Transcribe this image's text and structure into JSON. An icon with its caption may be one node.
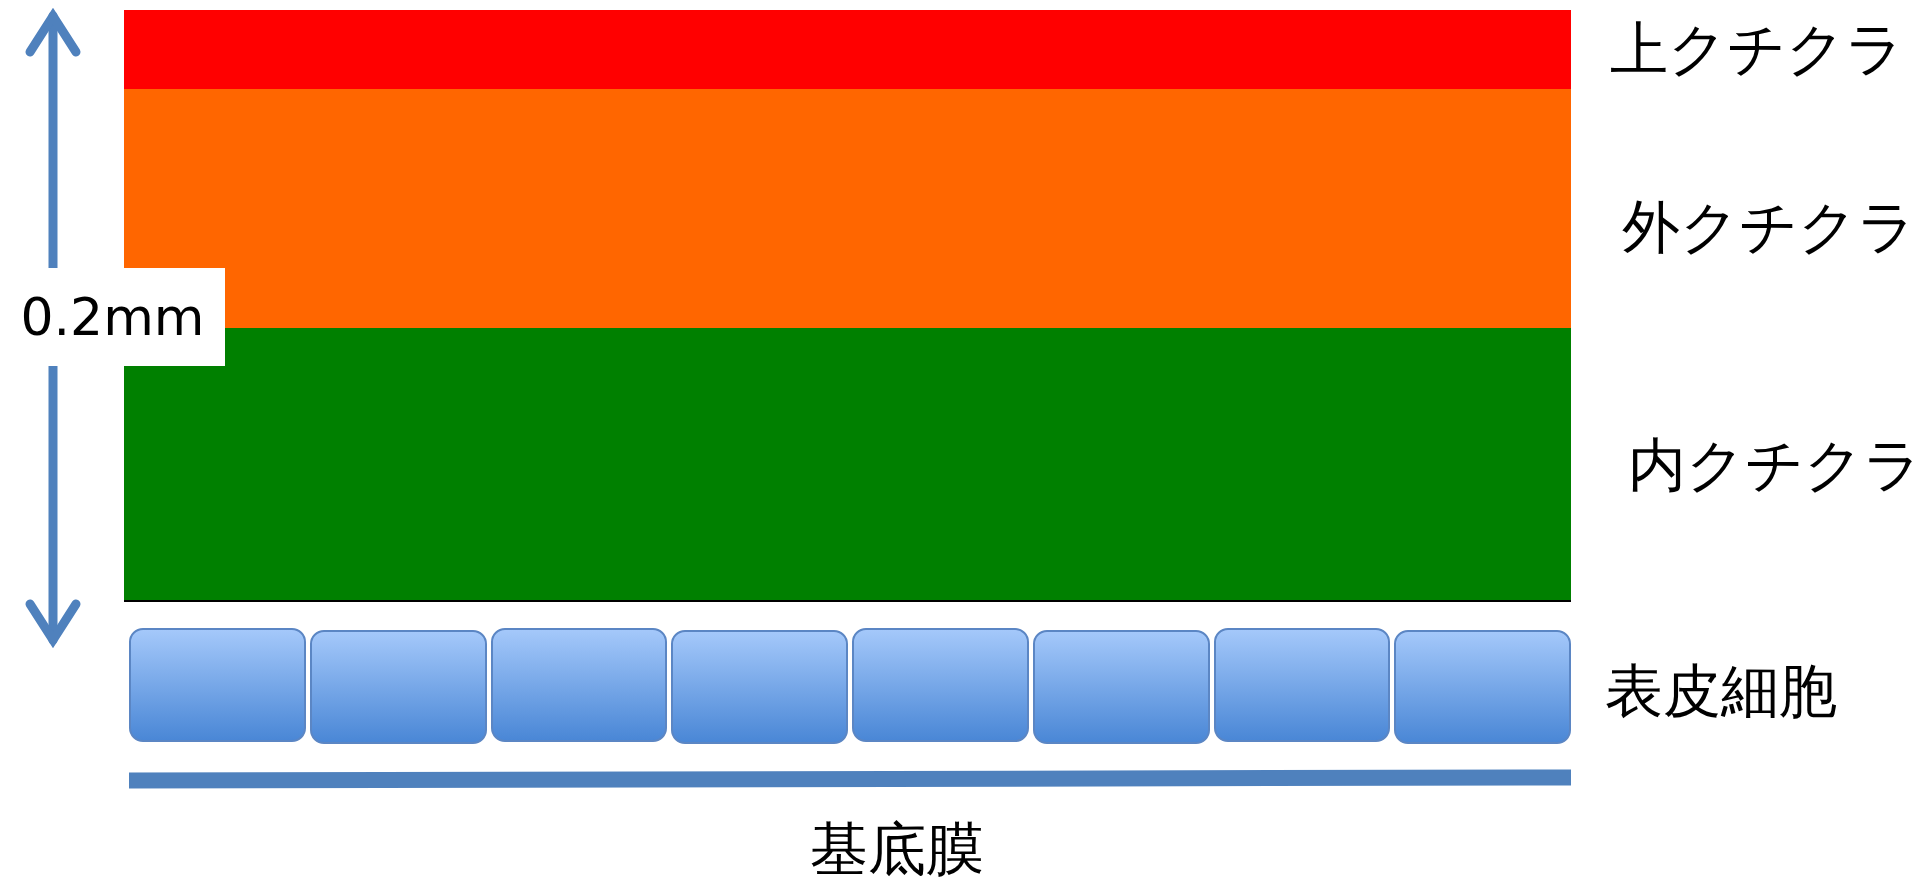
{
  "diagram": {
    "nodes": [
      {
        "text": [
          "上クチクラ"
        ]
      },
      {
        "text": [
          "外クチクラ"
        ]
      },
      {
        "text": [
          "内クチクラ"
        ]
      },
      {
        "text": [
          "表皮細胞"
        ]
      },
      {
        "text": [
          "基底膜"
        ]
      }
    ],
    "labels": [
      "0.2mm"
    ]
  }
}
